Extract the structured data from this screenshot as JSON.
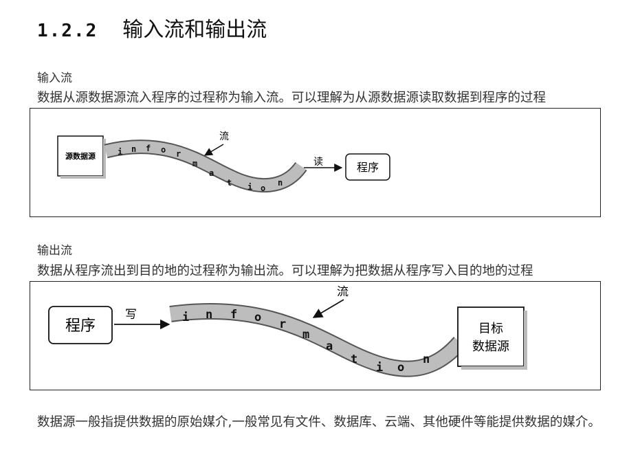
{
  "section": {
    "number": "1.2.2",
    "title": "输入流和输出流"
  },
  "input_stream": {
    "label": "输入流",
    "description": "数据从源数据源流入程序的过程称为输入流。可以理解为从源数据源读取数据到程序的过程",
    "diagram": {
      "source_box": "源数据源",
      "band_letters": [
        "i",
        "n",
        "f",
        "o",
        "r",
        "m",
        "a",
        "t",
        "i",
        "o",
        "n"
      ],
      "stream_label": "流",
      "action_label": "读",
      "target_box": "程序"
    }
  },
  "output_stream": {
    "label": "输出流",
    "description": "数据从程序流出到目的地的过程称为输出流。可以理解为把数据从程序写入目的地的过程",
    "diagram": {
      "source_box": "程序",
      "action_label": "写",
      "band_letters": [
        "i",
        "n",
        "f",
        "o",
        "r",
        "m",
        "a",
        "t",
        "i",
        "o",
        "n"
      ],
      "stream_label": "流",
      "target_box_line1": "目标",
      "target_box_line2": "数据源"
    }
  },
  "closing_text": "数据源一般指提供数据的原始媒介,一般常见有文件、数据库、云端、其他硬件等能提供数据的媒介。"
}
